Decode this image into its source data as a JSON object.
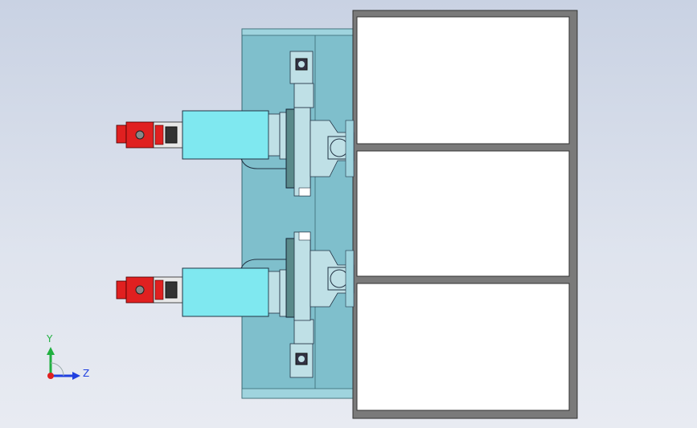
{
  "triad": {
    "y_label": "Y",
    "z_label": "Z",
    "x_color": "#e02020",
    "y_color": "#20b040",
    "z_color": "#2040e0"
  },
  "colors": {
    "plate": "#7fbfcc",
    "cylinder": "#7fe8f0",
    "motor": "#e02020",
    "housing": "#7a7a7a",
    "window": "#ffffff",
    "part": "#bfe0e6"
  },
  "housing": {
    "compartments": 3
  }
}
